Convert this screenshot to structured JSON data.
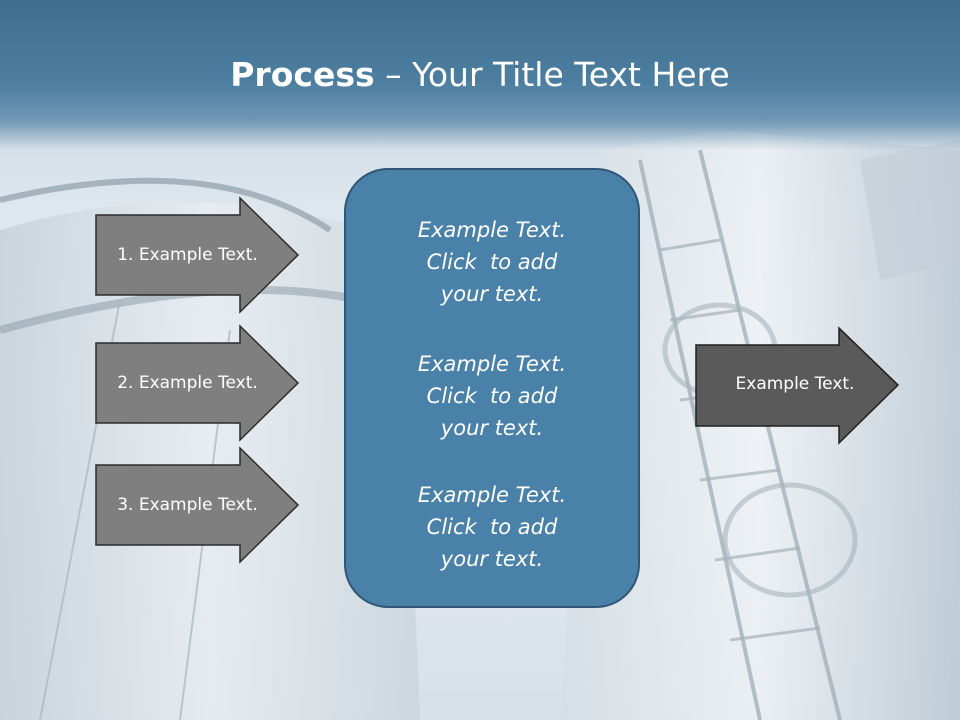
{
  "title": {
    "bold": "Process",
    "rest": " – Your Title Text Here"
  },
  "left_arrows": [
    {
      "label": "1. Example Text."
    },
    {
      "label": "2. Example Text."
    },
    {
      "label": "3. Example Text."
    }
  ],
  "center_box": {
    "paragraphs": [
      {
        "lines": [
          "Example Text.",
          "Click  to add",
          "your text."
        ]
      },
      {
        "lines": [
          "Example Text.",
          "Click  to add",
          "your text."
        ]
      },
      {
        "lines": [
          "Example Text.",
          "Click  to add",
          "your text."
        ]
      }
    ]
  },
  "right_arrow": {
    "label": "Example Text."
  },
  "colors": {
    "title_band": "#4a7a9c",
    "left_arrow_fill": "#7f7f7f",
    "right_arrow_fill": "#5a5a5a",
    "center_box_fill": "#4a81a8"
  }
}
